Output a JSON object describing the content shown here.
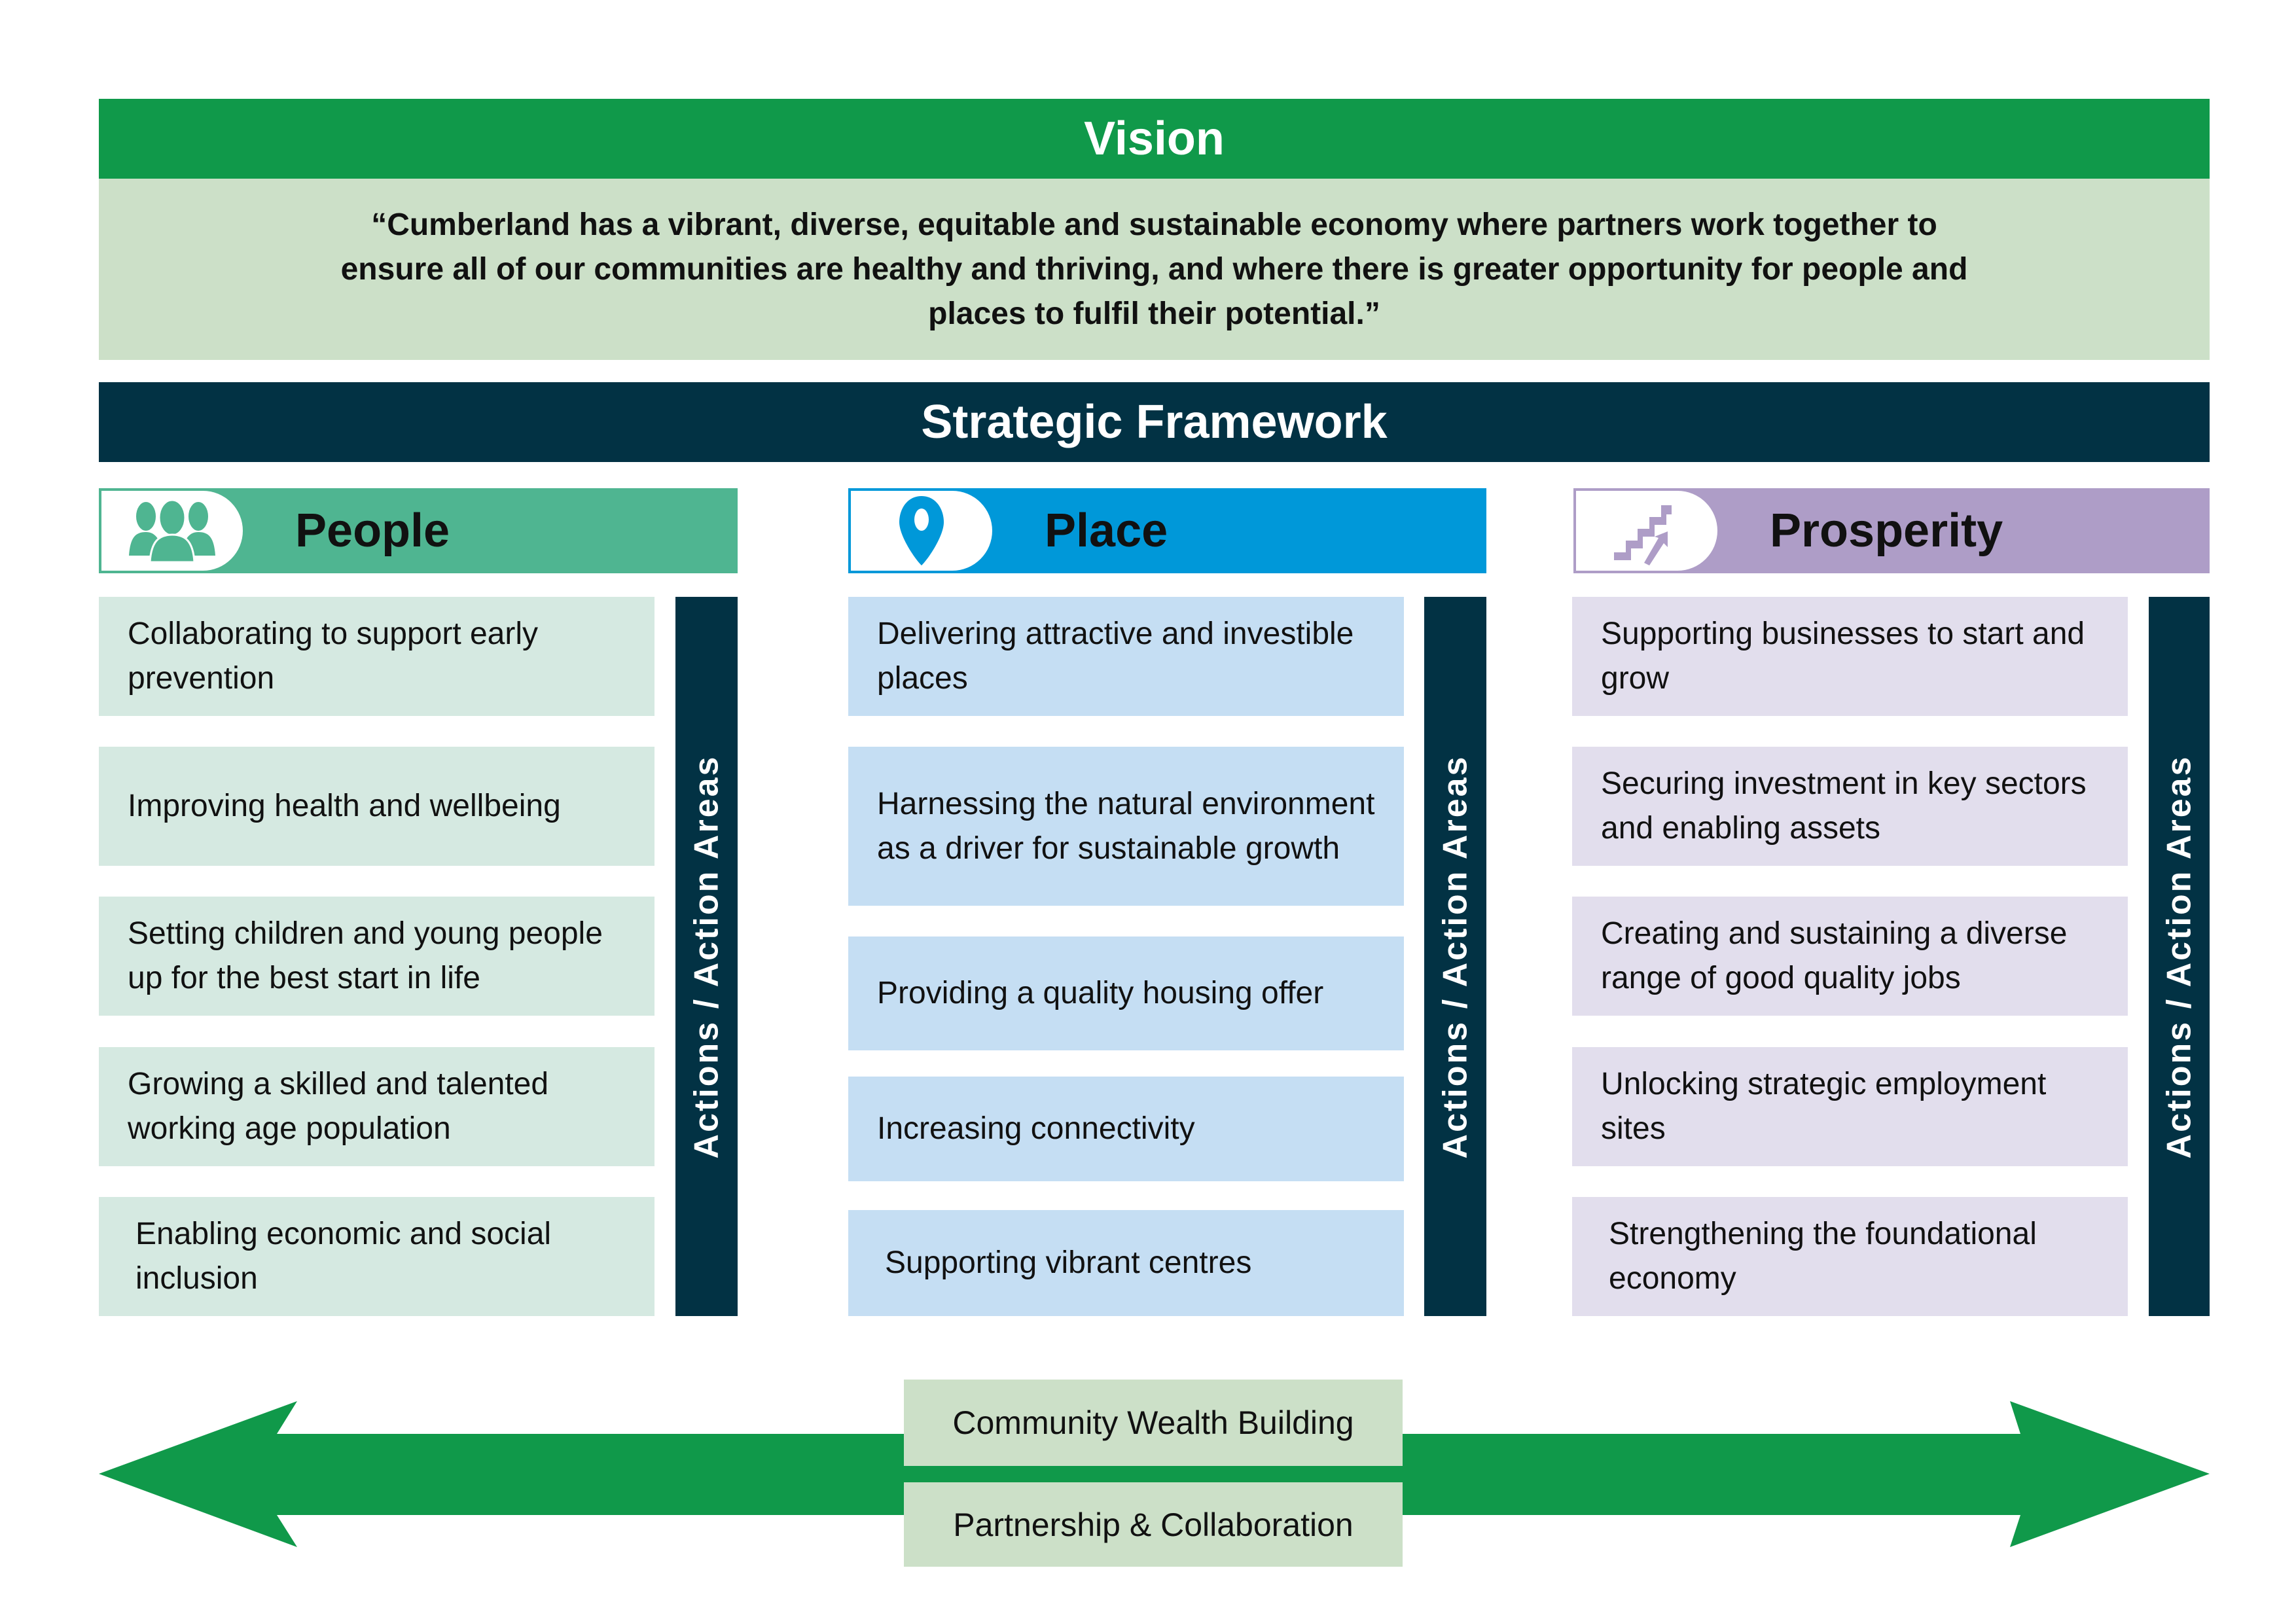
{
  "colors": {
    "vision_green": "#10994a",
    "vision_light": "#cce0c8",
    "navy": "#023244",
    "people": "#4fb591",
    "people_light": "#d5e9e1",
    "place": "#0098d9",
    "place_light": "#c5def3",
    "prosperity": "#ae9dc7",
    "prosperity_light": "#e2deed"
  },
  "vision": {
    "title": "Vision",
    "quote": "“Cumberland has a vibrant, diverse, equitable and sustainable economy where partners work together to ensure all of our communities are healthy and thriving, and where there is greater opportunity for people and places to fulfil their potential.”"
  },
  "framework": {
    "title": "Strategic Framework"
  },
  "pillars": [
    {
      "title": "People",
      "icon": "people-group-icon",
      "actions_label": "Actions / Action Areas",
      "items": [
        "Collaborating to support early prevention",
        "Improving health and wellbeing",
        "Setting children and young people up for the best start in life",
        "Growing a skilled and talented working age population",
        "Enabling economic and social inclusion"
      ]
    },
    {
      "title": "Place",
      "icon": "map-pin-icon",
      "actions_label": "Actions / Action Areas",
      "items": [
        "Delivering attractive and investible places",
        "Harnessing the natural environment as a driver for sustainable growth",
        "Providing a quality housing offer",
        "Increasing connectivity",
        "Supporting vibrant centres"
      ]
    },
    {
      "title": "Prosperity",
      "icon": "stairs-growth-icon",
      "actions_label": "Actions / Action Areas",
      "items": [
        "Supporting businesses to start and grow",
        "Securing investment in key sectors and enabling assets",
        "Creating and sustaining a diverse range of good quality jobs",
        "Unlocking strategic employment sites",
        "Strengthening the foundational economy"
      ]
    }
  ],
  "cross_cutting": {
    "items": [
      "Community Wealth Building",
      "Partnership & Collaboration"
    ]
  }
}
